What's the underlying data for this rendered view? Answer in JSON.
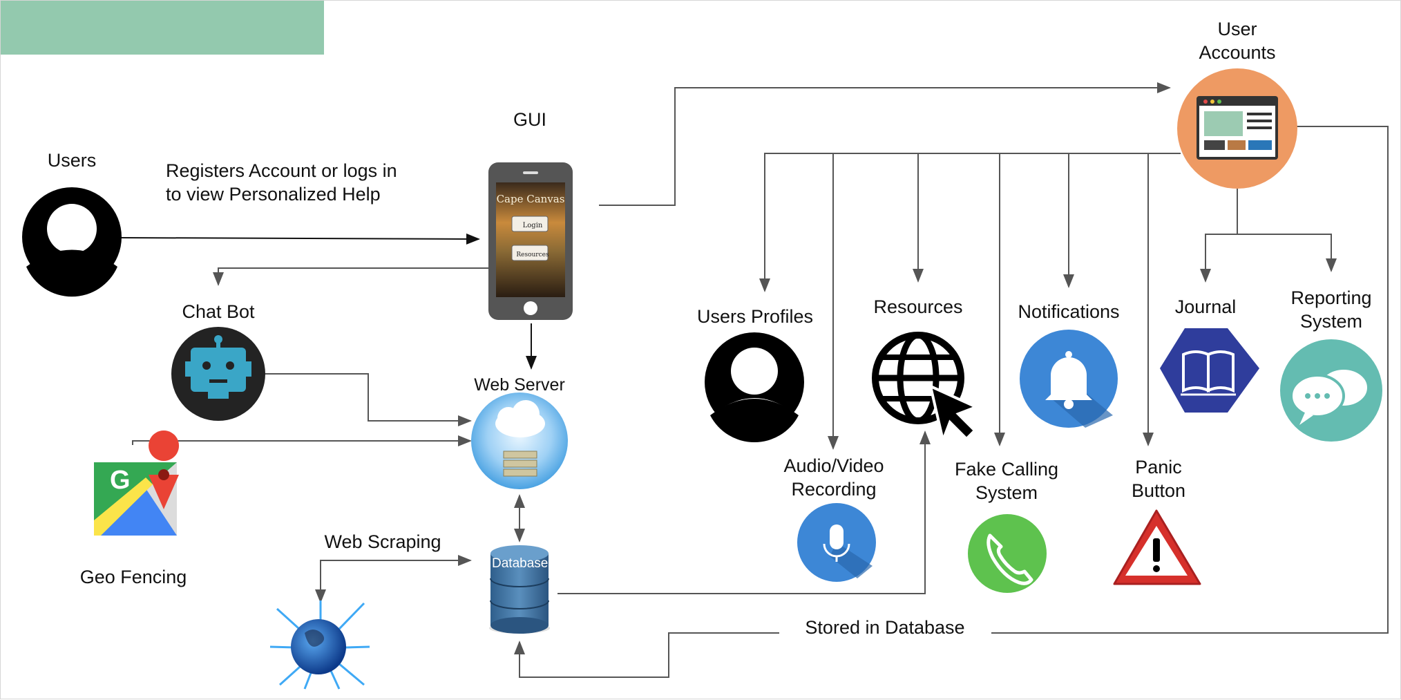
{
  "nodes": {
    "users": "Users",
    "gui": "GUI",
    "chat_bot": "Chat Bot",
    "web_server": "Web Server",
    "geo_fencing": "Geo Fencing",
    "web_scraping": "Web Scraping",
    "database": "Database",
    "user_accounts_line1": "User",
    "user_accounts_line2": "Accounts",
    "users_profiles": "Users Profiles",
    "resources": "Resources",
    "notifications": "Notifications",
    "journal": "Journal",
    "reporting_line1": "Reporting",
    "reporting_line2": "System",
    "audio_video_line1": "Audio/Video",
    "audio_video_line2": "Recording",
    "fake_calling_line1": "Fake Calling",
    "fake_calling_line2": "System",
    "panic_line1": "Panic",
    "panic_line2": "Button"
  },
  "edges": {
    "register_line1": "Registers Account or logs in",
    "register_line2": "to view Personalized Help",
    "stored_in_database": "Stored in Database"
  },
  "phone_screen": {
    "app_title": "Cape Canvas",
    "login": "Login",
    "resources": "Resources"
  },
  "colors": {
    "header_band": "#93c9ae",
    "connector": "#555555",
    "user_accounts": "#ee9a63",
    "notifications": "#3d87d6",
    "journal": "#2f3d9c",
    "reporting": "#64bcb1",
    "audio_video": "#3d87d6",
    "fake_calling": "#5ec24e",
    "panic": "#d6302b",
    "chat_bot_bg": "#232323",
    "chat_bot_robot": "#3aa6c7"
  }
}
